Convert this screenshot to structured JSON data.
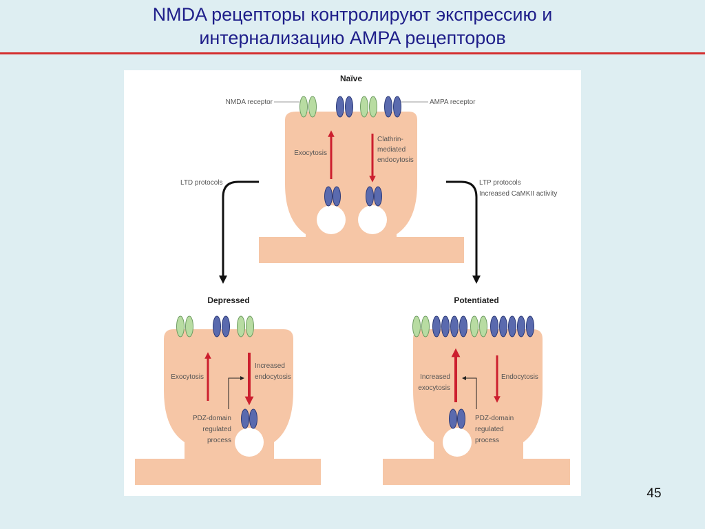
{
  "slide": {
    "title_line1": "NMDA рецепторы контролируют экспрессию и",
    "title_line2": "интернализацию AMPA рецепторов",
    "page_number": "45"
  },
  "diagram": {
    "naive": {
      "heading": "Naïve",
      "nmda_receptor_label": "NMDA receptor",
      "ampa_receptor_label": "AMPA receptor",
      "exocytosis_label": "Exocytosis",
      "endocytosis_label_lines": [
        "Clathrin-",
        "mediated",
        "endocytosis"
      ]
    },
    "ltd_label": "LTD protocols",
    "ltp_label_lines": [
      "LTP protocols",
      "Increased CaMKII activity"
    ],
    "depressed": {
      "heading": "Depressed",
      "exocytosis_label": "Exocytosis",
      "endocytosis_label_lines": [
        "Increased",
        "endocytosis"
      ],
      "pdz_label_lines": [
        "PDZ-domain",
        "regulated",
        "process"
      ]
    },
    "potentiated": {
      "heading": "Potentiated",
      "exocytosis_label_lines": [
        "Increased",
        "exocytosis"
      ],
      "endocytosis_label": "Endocytosis",
      "pdz_label_lines": [
        "PDZ-domain",
        "regulated",
        "process"
      ]
    },
    "colors": {
      "spine_fill": "#f6c6a6",
      "nmda_fill": "#b8dca2",
      "ampa_fill": "#5a6aae",
      "arrow_red": "#cc1f2e",
      "arrow_black": "#111111"
    }
  }
}
